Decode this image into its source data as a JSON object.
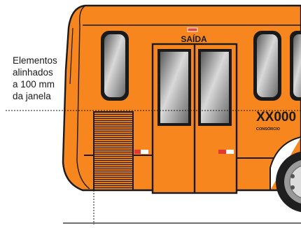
{
  "annotation": {
    "lines": [
      "Elementos",
      "alinhados",
      "a 100 mm",
      "da janela"
    ]
  },
  "bus": {
    "door_label": "SAÍDA",
    "fleet_number": "XX000",
    "operator_label": "CONSÓRCIO",
    "body_color": "#f7861f",
    "outline_color": "#1a1a1a"
  }
}
